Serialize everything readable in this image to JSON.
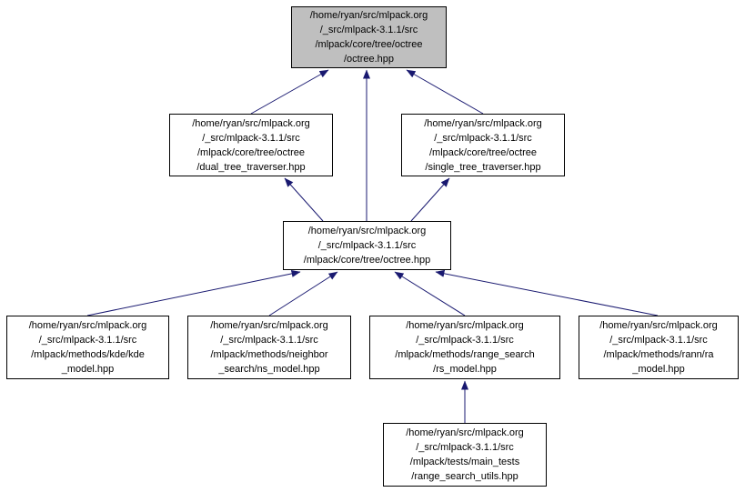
{
  "diagram": {
    "type": "include-dependency-graph",
    "nodes": [
      {
        "id": "octree-octree-hpp",
        "highlighted": true,
        "lines": [
          "/home/ryan/src/mlpack.org",
          "/_src/mlpack-3.1.1/src",
          "/mlpack/core/tree/octree",
          "/octree.hpp"
        ]
      },
      {
        "id": "dual-tree-traverser",
        "highlighted": false,
        "lines": [
          "/home/ryan/src/mlpack.org",
          "/_src/mlpack-3.1.1/src",
          "/mlpack/core/tree/octree",
          "/dual_tree_traverser.hpp"
        ]
      },
      {
        "id": "single-tree-traverser",
        "highlighted": false,
        "lines": [
          "/home/ryan/src/mlpack.org",
          "/_src/mlpack-3.1.1/src",
          "/mlpack/core/tree/octree",
          "/single_tree_traverser.hpp"
        ]
      },
      {
        "id": "octree-hpp",
        "highlighted": false,
        "lines": [
          "/home/ryan/src/mlpack.org",
          "/_src/mlpack-3.1.1/src",
          "/mlpack/core/tree/octree.hpp"
        ]
      },
      {
        "id": "kde-model",
        "highlighted": false,
        "lines": [
          "/home/ryan/src/mlpack.org",
          "/_src/mlpack-3.1.1/src",
          "/mlpack/methods/kde/kde",
          "_model.hpp"
        ]
      },
      {
        "id": "ns-model",
        "highlighted": false,
        "lines": [
          "/home/ryan/src/mlpack.org",
          "/_src/mlpack-3.1.1/src",
          "/mlpack/methods/neighbor",
          "_search/ns_model.hpp"
        ]
      },
      {
        "id": "rs-model",
        "highlighted": false,
        "lines": [
          "/home/ryan/src/mlpack.org",
          "/_src/mlpack-3.1.1/src",
          "/mlpack/methods/range_search",
          "/rs_model.hpp"
        ]
      },
      {
        "id": "ra-model",
        "highlighted": false,
        "lines": [
          "/home/ryan/src/mlpack.org",
          "/_src/mlpack-3.1.1/src",
          "/mlpack/methods/rann/ra",
          "_model.hpp"
        ]
      },
      {
        "id": "range-search-utils",
        "highlighted": false,
        "lines": [
          "/home/ryan/src/mlpack.org",
          "/_src/mlpack-3.1.1/src",
          "/mlpack/tests/main_tests",
          "/range_search_utils.hpp"
        ]
      }
    ],
    "edges": [
      {
        "from": "dual-tree-traverser",
        "to": "octree-octree-hpp"
      },
      {
        "from": "single-tree-traverser",
        "to": "octree-octree-hpp"
      },
      {
        "from": "octree-hpp",
        "to": "octree-octree-hpp"
      },
      {
        "from": "octree-hpp",
        "to": "dual-tree-traverser"
      },
      {
        "from": "octree-hpp",
        "to": "single-tree-traverser"
      },
      {
        "from": "kde-model",
        "to": "octree-hpp"
      },
      {
        "from": "ns-model",
        "to": "octree-hpp"
      },
      {
        "from": "rs-model",
        "to": "octree-hpp"
      },
      {
        "from": "ra-model",
        "to": "octree-hpp"
      },
      {
        "from": "range-search-utils",
        "to": "rs-model"
      }
    ]
  },
  "colors": {
    "edge": "#191970",
    "node_border": "#000000",
    "node_bg": "#ffffff",
    "highlight_bg": "#bfbfbf"
  }
}
